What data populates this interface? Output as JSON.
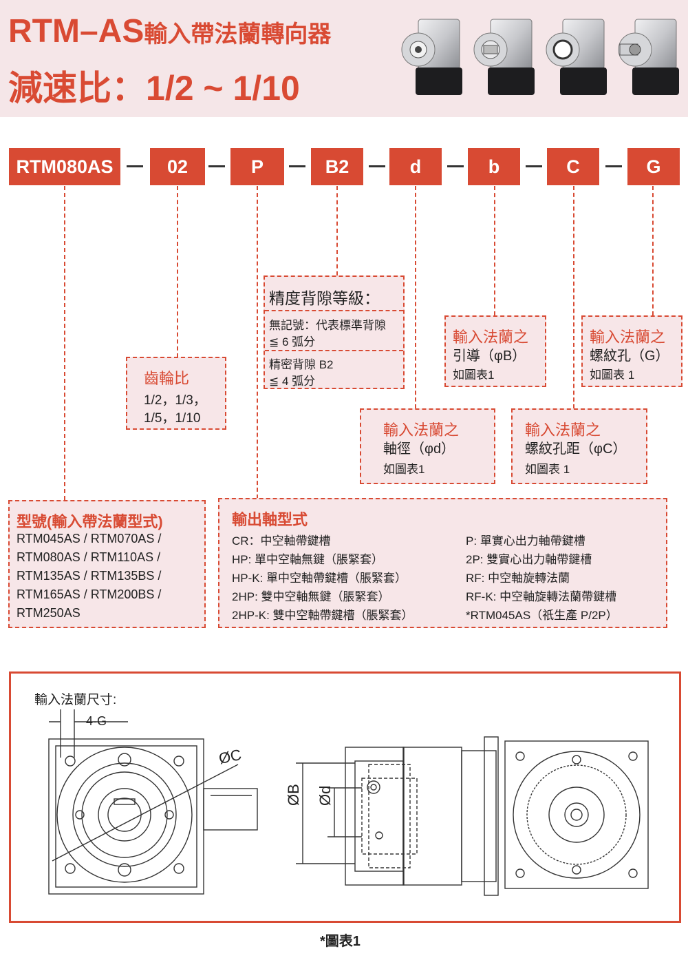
{
  "header": {
    "title_model": "RTM–AS",
    "title_desc": "輸入帶法蘭轉向器",
    "ratio_label": "減速比：",
    "ratio_value": "1/2 ~ 1/10"
  },
  "code": {
    "segments": [
      "RTM080AS",
      "02",
      "P",
      "B2",
      "d",
      "b",
      "C",
      "G"
    ]
  },
  "boxes": {
    "gear_ratio": {
      "title": "齒輪比",
      "line1": "1/2，1/3，",
      "line2": "1/5，1/10"
    },
    "backlash": {
      "title": "精度背隙等級：",
      "std_line1": "無記號：代表標準背隙",
      "std_line2": "≦ 6 弧分",
      "prec_line1": "精密背隙 B2",
      "prec_line2": "≦ 4 弧分"
    },
    "pilot": {
      "title": "輸入法蘭之",
      "line1": "引導（φB）",
      "line2": "如圖表1"
    },
    "thread_hole": {
      "title": "輸入法蘭之",
      "line1": "螺紋孔（G）",
      "line2": "如圖表 1"
    },
    "shaft_dia": {
      "title": "輸入法蘭之",
      "line1": "軸徑（φd）",
      "line2": "如圖表1"
    },
    "hole_pitch": {
      "title": "輸入法蘭之",
      "line1": "螺紋孔距（φC）",
      "line2": "如圖表 1"
    },
    "model": {
      "title": "型號(輸入帶法蘭型式)",
      "lines": [
        "RTM045AS / RTM070AS /",
        "RTM080AS / RTM110AS /",
        "RTM135AS / RTM135BS /",
        "RTM165AS / RTM200BS /",
        "RTM250AS"
      ]
    },
    "output_shaft": {
      "title": "輸出軸型式",
      "left": [
        "CR：中空軸帶鍵槽",
        "HP: 單中空軸無鍵（脹緊套）",
        "HP-K: 單中空軸帶鍵槽（脹緊套）",
        "2HP: 雙中空軸無鍵（脹緊套）",
        "2HP-K: 雙中空軸帶鍵槽（脹緊套）"
      ],
      "right": [
        "P: 單實心出力軸帶鍵槽",
        "2P: 雙實心出力軸帶鍵槽",
        "RF: 中空軸旋轉法蘭",
        "RF-K: 中空軸旋轉法蘭帶鍵槽",
        "*RTM045AS（祇生產 P/2P）"
      ]
    }
  },
  "drawing": {
    "title": "輸入法蘭尺寸:",
    "label_4g": "4-G",
    "label_c": "ØC",
    "label_b": "ØB",
    "label_d": "Ød",
    "caption": "*圖表1"
  },
  "colors": {
    "accent": "#d84a33",
    "header_bg": "#f5e6e8",
    "box_bg": "#f7e6e8"
  }
}
